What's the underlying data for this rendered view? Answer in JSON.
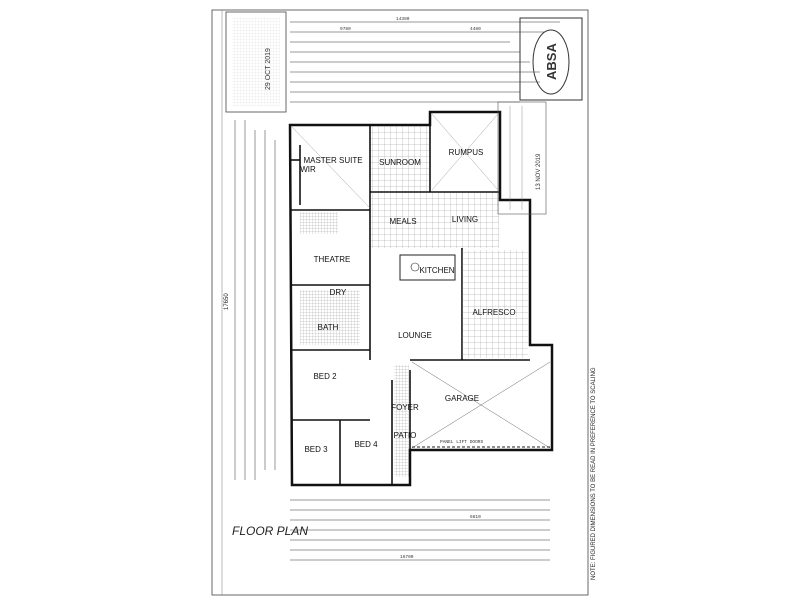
{
  "plan_title": "FLOOR PLAN",
  "rooms": {
    "master_suite": "MASTER SUITE",
    "wir": "WIR",
    "sunroom": "SUNROOM",
    "rumpus": "RUMPUS",
    "meals": "MEALS",
    "living": "LIVING",
    "theatre": "THEATRE",
    "kitchen": "KITCHEN",
    "alfresco": "ALFRESCO",
    "lounge": "LOUNGE",
    "bath": "BATH",
    "dry": "DRY",
    "bed2": "BED 2",
    "bed3": "BED 3",
    "bed4": "BED 4",
    "garage": "GARAGE",
    "foyer": "FOYER",
    "patio": "PATIO"
  },
  "notes": {
    "panel_lift_doors": "PANEL LIFT DOORS",
    "side_note": "NOTE: FIGURED DIMENSIONS TO BE READ IN PREFERENCE TO SCALING"
  },
  "stamps": {
    "absa": "ABSA",
    "date": "29 OCT 2019",
    "approval_date": "13 NOV 2019"
  },
  "dimensions": {
    "overall_top": "14380",
    "overall_bottom": "16700",
    "left_total": "17650",
    "garage_w": "6610",
    "dim_9780": "9780",
    "dim_4480": "4480"
  },
  "colors": {
    "line": "#1f1f1f",
    "hatch": "#555555",
    "paper": "#ffffff"
  }
}
